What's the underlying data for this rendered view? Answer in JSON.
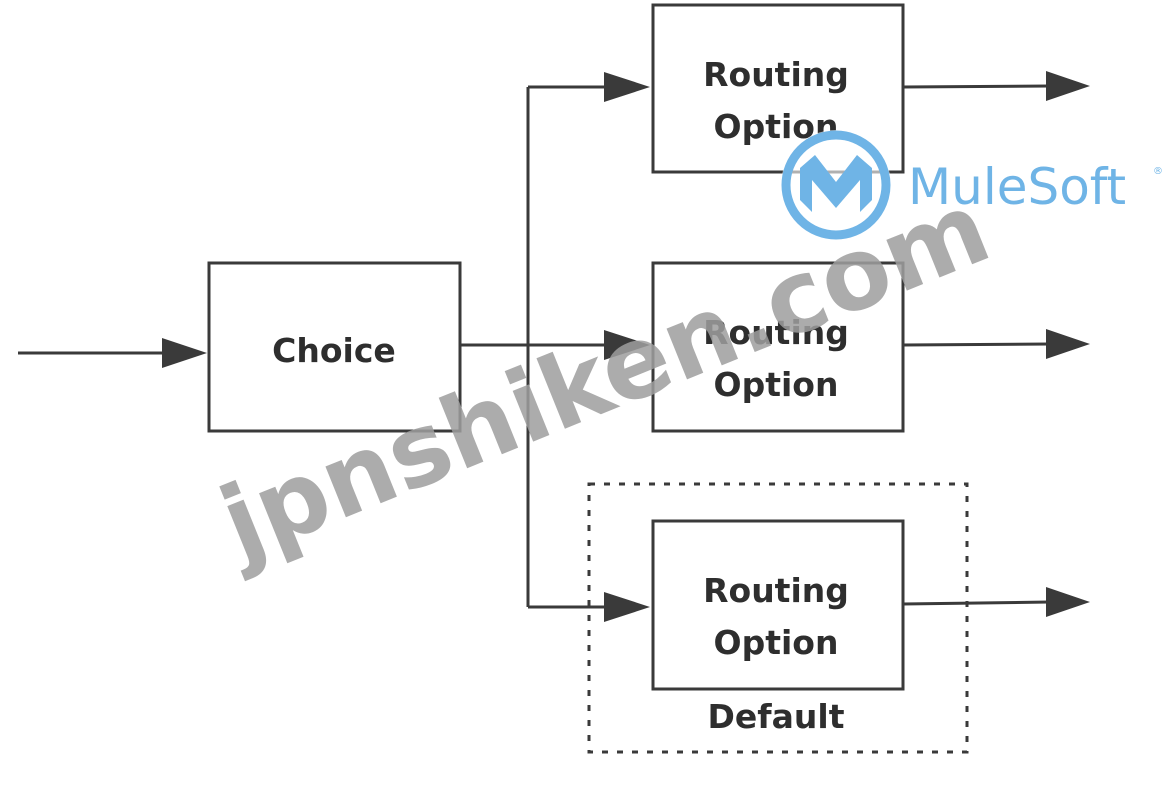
{
  "diagram": {
    "source_node": {
      "label": "Choice"
    },
    "routes": [
      {
        "label_line1": "Routing",
        "label_line2": "Option"
      },
      {
        "label_line1": "Routing",
        "label_line2": "Option"
      },
      {
        "label_line1": "Routing",
        "label_line2": "Option",
        "group_label": "Default"
      }
    ]
  },
  "branding": {
    "logo_text": "MuleSoft",
    "logo_mark": "®",
    "logo_icon": "mulesoft-m-logo-icon",
    "logo_color": "#6fb4e6"
  },
  "watermark": {
    "text": "jpnshiken.com"
  },
  "colors": {
    "stroke": "#3a3a3a",
    "box_fill": "#ffffff",
    "text": "#2e2e2e"
  }
}
